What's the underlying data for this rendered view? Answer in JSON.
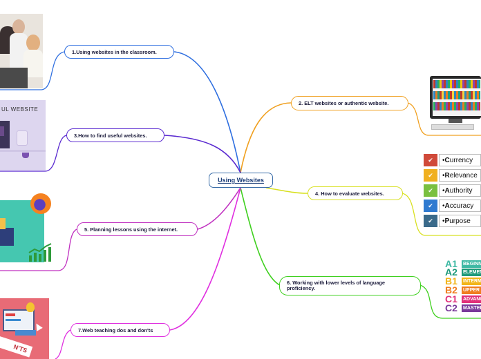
{
  "center": {
    "title": "Using Websites"
  },
  "topics": {
    "t1": "1.Using websites in the classroom.",
    "t2": "2. ELT websites or authentic website.",
    "t3": "3.How to find useful websites.",
    "t4": "4. How to evaluate websites.",
    "t5": "5. Planning lessons using the internet.",
    "t6": "6. Working with lower levels of language proficiency.",
    "t7": "7.Web teaching dos and don'ts"
  },
  "colors": {
    "t1": "#2f6fe0",
    "t2": "#f0a020",
    "t3": "#5a2ad0",
    "t4": "#d8e020",
    "t5": "#c030c0",
    "t6": "#40d020",
    "t7": "#e030e0"
  },
  "images": {
    "useful_website_text": "UL WEBSITE",
    "donts_text": "N'TS",
    "evaluate": [
      {
        "letter": "C",
        "rest": "urrency",
        "color": "#d04a3a"
      },
      {
        "letter": "R",
        "rest": "elevance",
        "color": "#f0b020"
      },
      {
        "letter": "A",
        "rest": "uthority",
        "color": "#7ac040"
      },
      {
        "letter": "A",
        "rest": "ccuracy",
        "color": "#2f7ad0"
      },
      {
        "letter": "P",
        "rest": "urpose",
        "color": "#3a6a8a"
      }
    ],
    "levels": [
      {
        "code": "A1",
        "name": "BEGINNE",
        "codeColor": "#3fb9a4",
        "barColor": "#3fb9a4"
      },
      {
        "code": "A2",
        "name": "ELEMEN",
        "codeColor": "#1e9a7a",
        "barColor": "#1e9a7a"
      },
      {
        "code": "B1",
        "name": "INTERM",
        "codeColor": "#f2b51a",
        "barColor": "#f2b51a"
      },
      {
        "code": "B2",
        "name": "UPPER I",
        "codeColor": "#f07d20",
        "barColor": "#f07d20"
      },
      {
        "code": "C1",
        "name": "ADVANC",
        "codeColor": "#e0307a",
        "barColor": "#e0307a"
      },
      {
        "code": "C2",
        "name": "MASTER",
        "codeColor": "#7a3a9a",
        "barColor": "#7a3a9a"
      }
    ]
  }
}
